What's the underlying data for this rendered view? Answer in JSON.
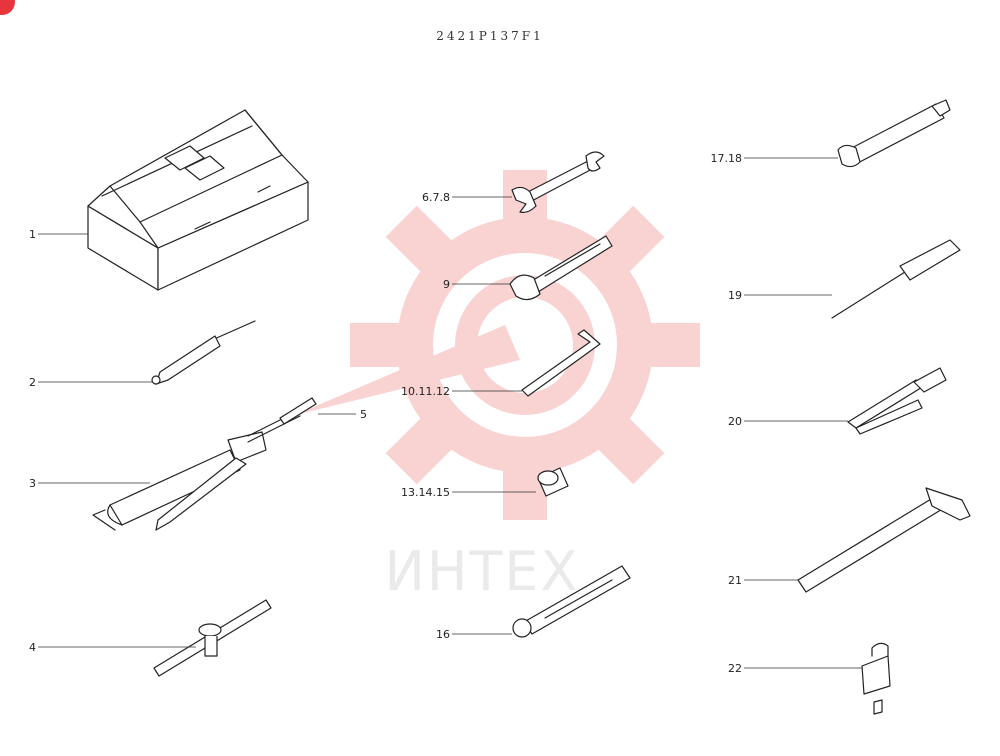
{
  "drawing_code": "2421P137F1",
  "watermark": {
    "text": "ИНТЕХ",
    "color": "#f08a8a"
  },
  "corner_badge_color": "#e8343c",
  "callouts": [
    {
      "id": "toolbox",
      "label": "1"
    },
    {
      "id": "pump-handle",
      "label": "2"
    },
    {
      "id": "grease-gun",
      "label": "3"
    },
    {
      "id": "tbar-wrench",
      "label": "4"
    },
    {
      "id": "grease-nozzle",
      "label": "5"
    },
    {
      "id": "open-end-wrench",
      "label": "6.7.8"
    },
    {
      "id": "adjustable-wrench",
      "label": "9"
    },
    {
      "id": "hex-key",
      "label": "10.11.12"
    },
    {
      "id": "socket",
      "label": "13.14.15"
    },
    {
      "id": "ratchet",
      "label": "16"
    },
    {
      "id": "box-wrench",
      "label": "17.18"
    },
    {
      "id": "screwdriver",
      "label": "19"
    },
    {
      "id": "pliers",
      "label": "20"
    },
    {
      "id": "hammer",
      "label": "21"
    },
    {
      "id": "padlock",
      "label": "22"
    }
  ]
}
